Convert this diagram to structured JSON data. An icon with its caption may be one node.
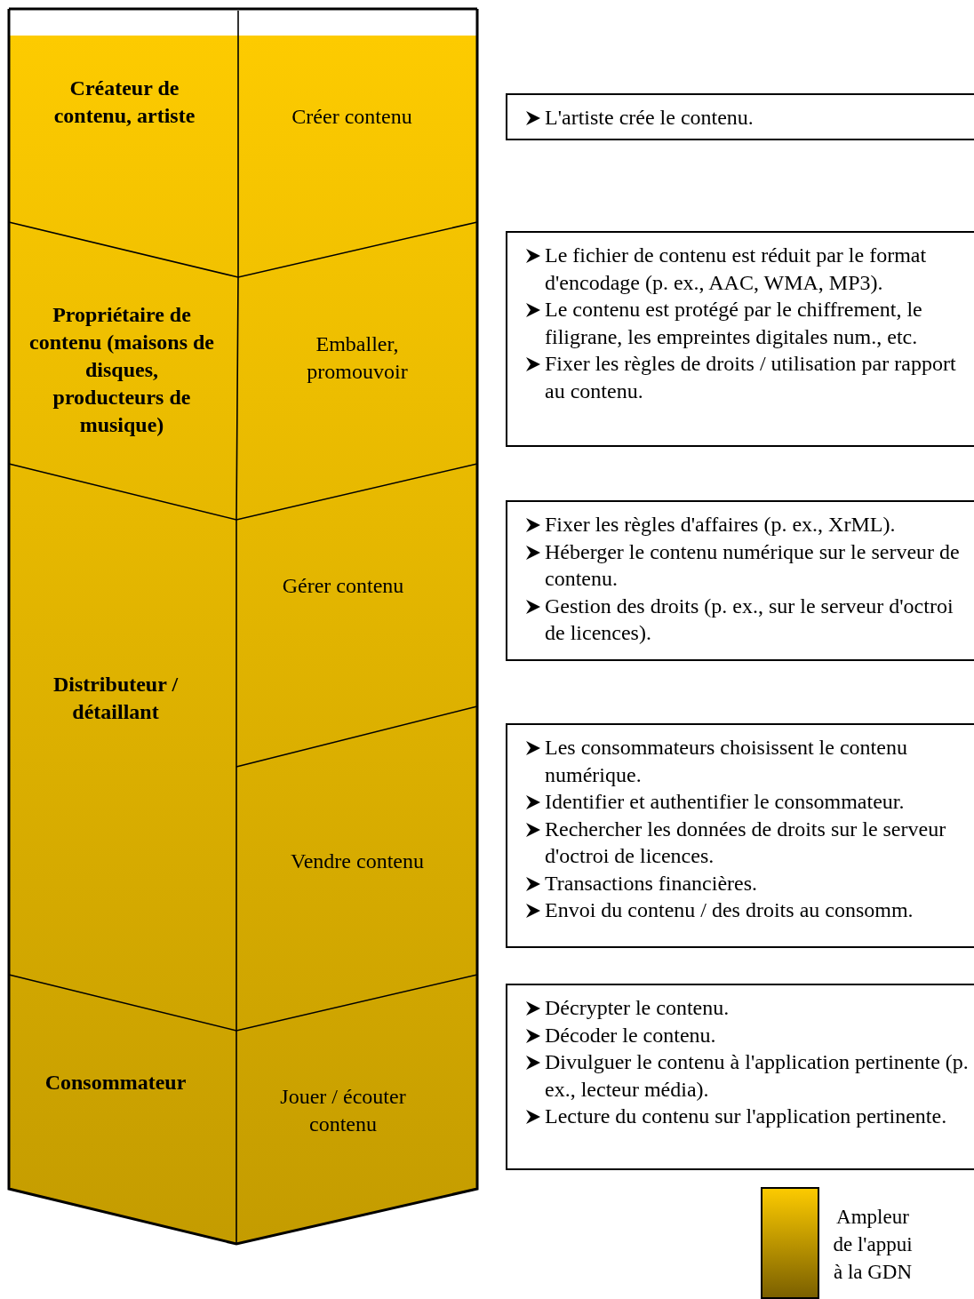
{
  "diagram": {
    "nodes": [
      {
        "text": [
          "Créateur de contenu, artiste"
        ]
      },
      {
        "text": [
          "Propriétaire de contenu (maisons de disques, producteurs de musique)"
        ]
      },
      {
        "text": [
          "Distributeur / détaillant"
        ]
      },
      {
        "text": [
          "Consommateur"
        ]
      },
      {
        "text": [
          "Créer contenu"
        ]
      },
      {
        "text": [
          "Emballer, promouvoir"
        ]
      },
      {
        "text": [
          "Gérer contenu"
        ]
      },
      {
        "text": [
          "Vendre contenu"
        ]
      },
      {
        "text": [
          "Jouer / écouter contenu"
        ]
      },
      {
        "text": [
          "L'artiste crée le contenu."
        ]
      },
      {
        "text": [
          "Le fichier de contenu est réduit par le format d'encodage (p. ex., AAC, WMA, MP3).",
          "Le contenu est protégé par le chiffrement, le filigrane, les empreintes digitales num., etc.",
          "Fixer les règles de droits / utilisation par rapport au contenu."
        ]
      },
      {
        "text": [
          "Fixer les règles d'affaires (p. ex., XrML).",
          "Héberger le contenu numérique sur le serveur de contenu.",
          "Gestion des droits (p. ex., sur le serveur d'octroi de licences)."
        ]
      },
      {
        "text": [
          "Les consommateurs choisissent le contenu numérique.",
          "Identifier et authentifier le consommateur.",
          "Rechercher les données de droits sur le serveur d'octroi de licences.",
          "Transactions financières.",
          "Envoi du contenu / des droits au consomm."
        ]
      },
      {
        "text": [
          "Décrypter le contenu.",
          "Décoder le contenu.",
          "Divulguer le contenu à l'application pertinente (p. ex., lecteur média).",
          "Lecture du contenu sur l'application pertinente."
        ]
      }
    ],
    "edges": [],
    "legend": [
      {
        "text": "Ampleur de l'appui à la GDN"
      }
    ]
  }
}
